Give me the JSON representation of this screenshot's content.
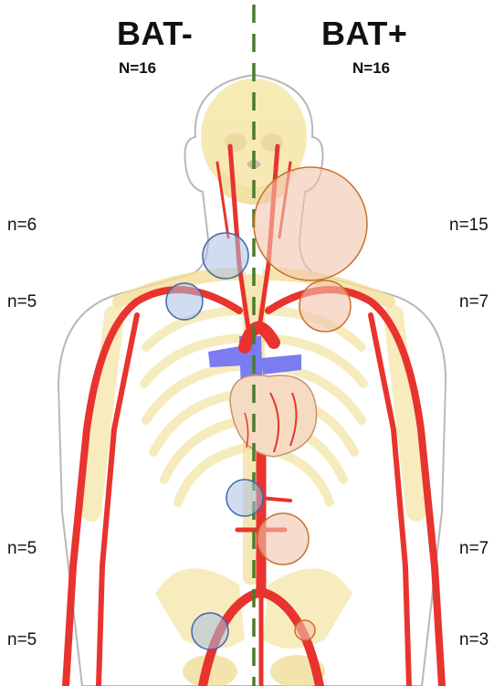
{
  "groups": {
    "left": {
      "title": "BAT-",
      "n_label": "N=16"
    },
    "right": {
      "title": "BAT+",
      "n_label": "N=16"
    }
  },
  "rows": [
    {
      "site": "carotid",
      "left": "n=6",
      "right": "n=15"
    },
    {
      "site": "subclavian",
      "left": "n=5",
      "right": "n=7"
    },
    {
      "site": "abdominal-aorta",
      "left": "n=5",
      "right": "n=7"
    },
    {
      "site": "iliac",
      "left": "n=5",
      "right": "n=3"
    }
  ],
  "colors": {
    "artery": "#e8332e",
    "vein": "#7b7cf2",
    "bone": "#f5e6a8",
    "skin_outline": "#b8b8b8",
    "midline": "#4a7c2c",
    "bat_negative_fill": "#a9c1e4",
    "bat_negative_stroke": "#3d68ad",
    "bat_positive_fill": "#f2c5ae",
    "bat_positive_stroke": "#c8702e"
  }
}
